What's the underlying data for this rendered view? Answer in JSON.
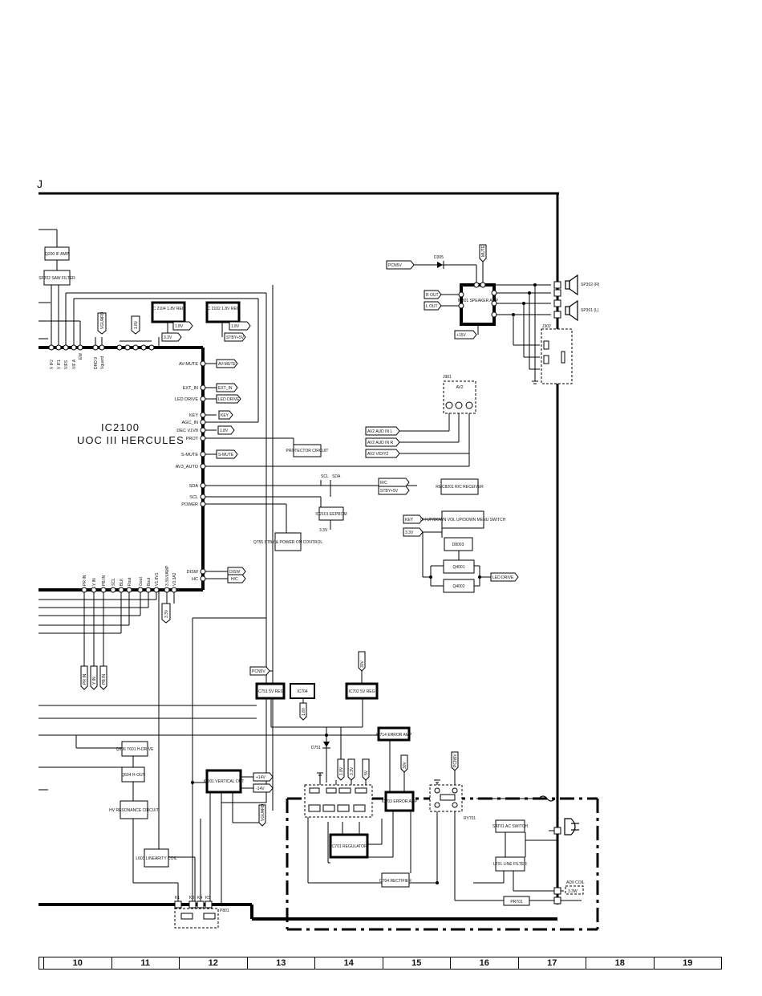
{
  "sheet_letter": "J",
  "main_ic": {
    "ref": "IC2100",
    "name": "UOC III HERCULES"
  },
  "ic_pins": {
    "top": [
      "V IF2",
      "V IF1",
      "VIFS",
      "VIF A",
      "EW",
      "DHD 9",
      "Vguard"
    ],
    "right": [
      "AV-MUTE",
      "EXT_IN",
      "LED DRIVE",
      "KEY",
      "AGC_IN",
      "DEC V1V8",
      "PROT",
      "S-MUTE",
      "AV3_AUTO",
      "SDA",
      "SCL",
      "POWER",
      "DISW",
      "HC"
    ],
    "bottom": [
      "PR IN",
      "Y IN",
      "PB IN",
      "SCL",
      "BLK",
      "Rout",
      "Gout",
      "Bout",
      "V1.8V1",
      "3.3V/I/AMP",
      "V3.3A2"
    ]
  },
  "blocks": {
    "q200": "Q200 IF AMP",
    "sf202": "SF202 SAW FILTER",
    "ic2104": "IC 2104 1.8V REG",
    "ic2102": "IC 2102 1.8V REG",
    "ic301": "IC301 SPEAKER AMP",
    "j901": "J901",
    "av2": "AV2",
    "protector": "PROTECTOR CIRCUIT",
    "rmc8201": "RMC8201 R/C RECEIVER",
    "ic2101": "IC2101 EEPROM",
    "q755": "Q755 STBY & POWER ON CONTROL",
    "keys": "CH UP/DOWN VOL UP/DOWN MENU SWITCH",
    "d8003": "D8003",
    "q4001": "Q4001",
    "q4002": "Q4002",
    "ic751": "IC751 5V REG",
    "ic704": "IC704",
    "ic702": "IC702 5V REG",
    "ic714": "IC714 ERROR AMP",
    "ic703": "IC703 ERROR AMP",
    "ic701": "IC701 REGULATOR",
    "d704": "D704 RECTIFIER",
    "q606": "Q606 T601 H-DRIVE",
    "q604": "Q604 H-OUT",
    "hres": "HV RESONANCE CIRCUIT",
    "ic501": "IC501 VERTICAL OUT",
    "l603": "L603 LINEARITY COIL",
    "s701": "SAT01 AC SWITCH",
    "lf701": "LT01 LINE FILTER",
    "pr701": "PR701",
    "ry701": "RY701",
    "d751": "D751",
    "sp302": "SP302 (R)",
    "sp301": "SP301 (L)",
    "j302": "J302",
    "p801": "P801",
    "ad9": "AD9 COIL"
  },
  "signals": {
    "pcnsv": "PCN5V",
    "d305": "D305",
    "mute": "MUTE",
    "r_out": "R OUT",
    "l_out": "L OUT",
    "v15": "+15V",
    "av2_l": "AV2 AUD IN L",
    "av2_r": "AV2 AUD IN R",
    "av2_v": "AV2 VID/Y2",
    "v18a": "1.8V",
    "v18b": "1.8V",
    "v33a": "3.3V",
    "stby": "STBY+5V",
    "vguard_tag": "VGUARD",
    "v18_tag": "1.8V",
    "av_mute": "AV-MUTE",
    "ext_in": "EXT_IN",
    "led_drive": "LED DRIVE",
    "key": "KEY",
    "dec_18": "1.8V",
    "s_mute": "S-MUTE",
    "scl_lbl": "SCL",
    "sda_lbl": "SDA",
    "rc": "R/C",
    "stby2": "STBY+5V",
    "key2": "KEY",
    "v33b": "3.3V",
    "led2": "LED DRIVE",
    "eeprom_v": "3.3V",
    "disw": "DISW",
    "hc": "H/C",
    "v33c": "3.3V",
    "pr_in": "PR IN",
    "y_in": "Y IN",
    "pb_in": "PB IN",
    "pcnsv2": "PCN5V",
    "v18c": "1.8V",
    "v30": "30V",
    "plus14": "+14V",
    "minus14": "-14V",
    "vguard2": "VGUARD",
    "p2_18": "1.8V",
    "p2_33": "3.3V",
    "p2_5": "5V",
    "vd": "30V",
    "pcnsv3": "PCN5V",
    "k1": "K1",
    "k3": "K3",
    "k4": "K4",
    "k5": "K5",
    "ad9_val": "3.3W"
  },
  "grid_columns": [
    "10",
    "11",
    "12",
    "13",
    "14",
    "15",
    "16",
    "17",
    "18",
    "19"
  ]
}
